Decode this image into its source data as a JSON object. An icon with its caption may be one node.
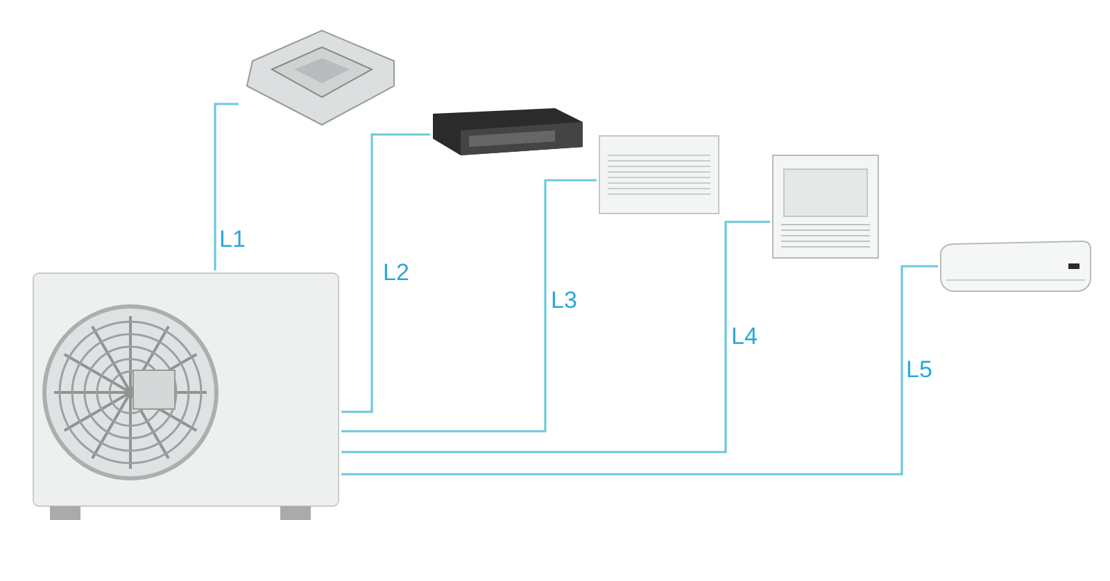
{
  "diagram": {
    "nodes": [
      {
        "text": [],
        "shape": "picture"
      },
      {
        "text": [],
        "shape": "picture"
      },
      {
        "text": [],
        "shape": "picture"
      },
      {
        "text": [],
        "shape": "picture"
      },
      {
        "text": [],
        "shape": "picture"
      },
      {
        "text": [],
        "shape": "picture"
      }
    ],
    "edges": [
      {
        "from": 0,
        "to": 1,
        "arrow": "none",
        "label": "L1"
      },
      {
        "from": 0,
        "to": 2,
        "arrow": "none",
        "label": "L2"
      },
      {
        "from": 0,
        "to": 3,
        "arrow": "none",
        "label": "L3"
      },
      {
        "from": 0,
        "to": 4,
        "arrow": "none",
        "label": "L4"
      },
      {
        "from": 0,
        "to": 5,
        "arrow": "none",
        "label": "L5"
      }
    ]
  }
}
